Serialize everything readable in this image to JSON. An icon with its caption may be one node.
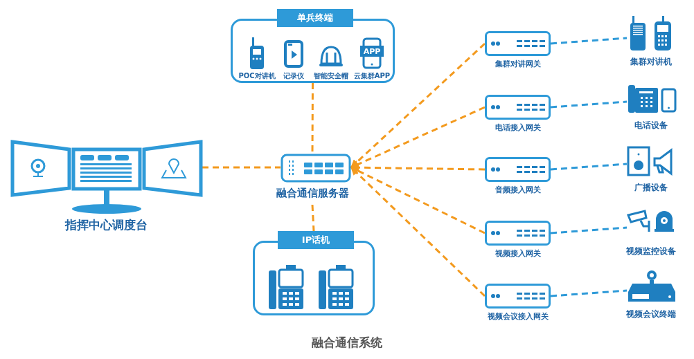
{
  "diagram": {
    "caption": "融合通信系统",
    "nodes": [
      {
        "text": [
          "单兵终端"
        ]
      },
      {
        "text": [
          "POC对讲机"
        ],
        "in": 0
      },
      {
        "text": [
          "记录仪"
        ],
        "in": 0
      },
      {
        "text": [
          "智能安全帽"
        ],
        "in": 0
      },
      {
        "text": [
          "云集群APP"
        ],
        "in": 0
      },
      {
        "text": [
          "指挥中心调度台"
        ]
      },
      {
        "text": [
          "融合通信服务器"
        ]
      },
      {
        "text": [
          "IP话机"
        ]
      },
      {
        "text": [
          "集群对讲网关"
        ]
      },
      {
        "text": [
          "电话接入网关"
        ]
      },
      {
        "text": [
          "音频接入网关"
        ]
      },
      {
        "text": [
          "视频接入网关"
        ]
      },
      {
        "text": [
          "视频会议接入网关"
        ]
      },
      {
        "text": [
          "集群对讲机"
        ]
      },
      {
        "text": [
          "电话设备"
        ]
      },
      {
        "text": [
          "广播设备"
        ]
      },
      {
        "text": [
          "视频监控设备"
        ]
      },
      {
        "text": [
          "视频会议终端"
        ]
      }
    ],
    "edges": [
      {
        "from": 0,
        "to": 6,
        "arrow": "none",
        "style": "dashed"
      },
      {
        "from": 5,
        "to": 6,
        "arrow": "none",
        "style": "dashed"
      },
      {
        "from": 6,
        "to": 7,
        "arrow": "none",
        "style": "dashed"
      },
      {
        "from": 8,
        "to": 6,
        "arrow": "to",
        "style": "dashed"
      },
      {
        "from": 9,
        "to": 6,
        "arrow": "to",
        "style": "dashed"
      },
      {
        "from": 10,
        "to": 6,
        "arrow": "to",
        "style": "dashed"
      },
      {
        "from": 11,
        "to": 6,
        "arrow": "to",
        "style": "dashed"
      },
      {
        "from": 12,
        "to": 6,
        "arrow": "to",
        "style": "dashed"
      },
      {
        "from": 8,
        "to": 13,
        "arrow": "none",
        "style": "dashed",
        "color": "#2e9ad8"
      },
      {
        "from": 9,
        "to": 14,
        "arrow": "none",
        "style": "dashed",
        "color": "#2e9ad8"
      },
      {
        "from": 10,
        "to": 15,
        "arrow": "none",
        "style": "dashed",
        "color": "#2e9ad8"
      },
      {
        "from": 11,
        "to": 16,
        "arrow": "none",
        "style": "dashed",
        "color": "#2e9ad8"
      },
      {
        "from": 12,
        "to": 17,
        "arrow": "none",
        "style": "dashed",
        "color": "#2e9ad8"
      }
    ],
    "labels": [
      "APP"
    ]
  }
}
